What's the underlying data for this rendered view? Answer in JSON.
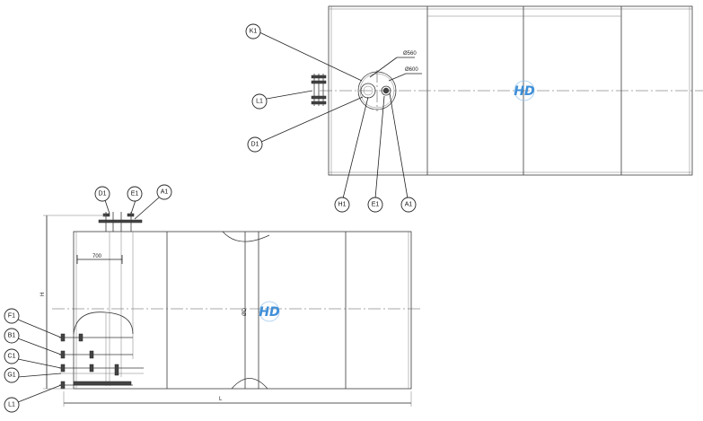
{
  "top_view": {
    "callouts": {
      "k1": "K1",
      "l1": "L1",
      "d1": "D1",
      "h1": "H1",
      "e1": "E1",
      "a1": "A1"
    },
    "dims": {
      "d560": "Ø560",
      "d600": "Ø600"
    },
    "logo": "HD"
  },
  "side_view": {
    "callouts": {
      "d1": "D1",
      "e1": "E1",
      "a1": "A1",
      "f1": "F1",
      "b1": "B1",
      "c1": "C1",
      "g1": "G1",
      "l1": "L1"
    },
    "dims": {
      "d700": "700",
      "h": "H",
      "l": "L",
      "od": "ØD"
    },
    "logo": "HD"
  }
}
